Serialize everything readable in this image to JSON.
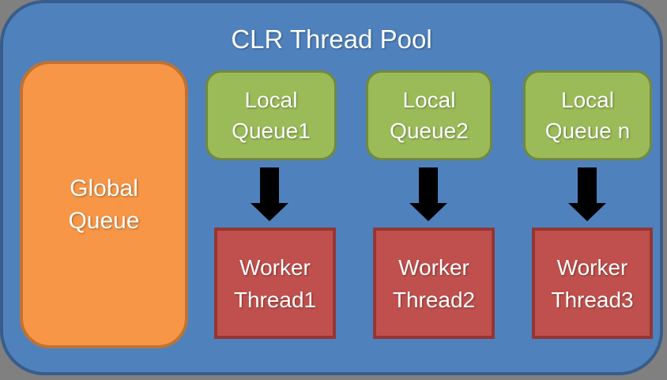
{
  "colors": {
    "page_bg": "#808080",
    "pool_fill": "#4F81BD",
    "pool_border": "#385D8A",
    "orange_fill": "#F79646",
    "orange_border": "#BE7334",
    "green_fill": "#9BBB59",
    "green_border": "#71893F",
    "red_fill": "#C0504D",
    "red_border": "#943634",
    "arrow": "#000000",
    "text": "#FFFFFF"
  },
  "pool": {
    "title": "CLR Thread Pool"
  },
  "global_queue": {
    "line1": "Global",
    "line2": "Queue"
  },
  "local_queues": [
    {
      "line1": "Local",
      "line2": "Queue1"
    },
    {
      "line1": "Local",
      "line2": "Queue2"
    },
    {
      "line1": "Local",
      "line2": "Queue n"
    }
  ],
  "worker_threads": [
    {
      "line1": "Worker",
      "line2": "Thread1"
    },
    {
      "line1": "Worker",
      "line2": "Thread2"
    },
    {
      "line1": "Worker",
      "line2": "Thread3"
    }
  ]
}
